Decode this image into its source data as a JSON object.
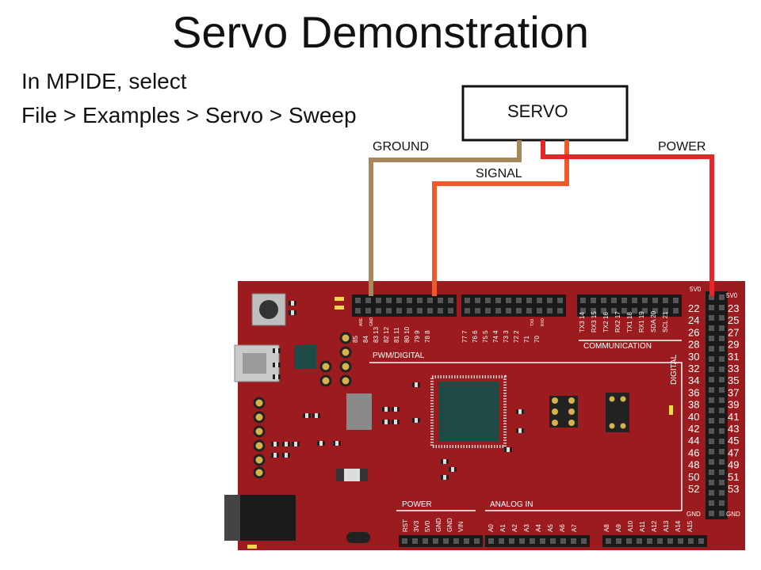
{
  "slide": {
    "title": "Servo Demonstration",
    "instruction_line1": "In MPIDE,  select",
    "instruction_line2": "File > Examples > Servo > Sweep"
  },
  "diagram": {
    "servo_label": "SERVO",
    "wire_labels": {
      "ground": "GROUND",
      "signal": "SIGNAL",
      "power": "POWER"
    },
    "wire_colors": {
      "ground": "#a8875a",
      "signal": "#f05a28",
      "power": "#e8262a"
    },
    "board_color": "#9b1b1e",
    "board": {
      "pwm_label": "PWM/DIGITAL",
      "comm_label": "COMMUNICATION",
      "digital_label": "DIGITAL",
      "power_label": "POWER",
      "analog_label": "ANALOG IN",
      "header_5v0_left": "5V0",
      "header_5v0_right": "5V0",
      "header_gnd_left": "GND",
      "header_gnd_right": "GND",
      "pwm_pins": [
        "85",
        "84",
        "83 13",
        "82 12",
        "81 11",
        "80 10",
        "79 9",
        "78 8",
        "77 7",
        "76 6",
        "75 5",
        "74 4",
        "73 3",
        "72 2",
        "71",
        "70"
      ],
      "pwm_small": [
        "ARE",
        "GND",
        "",
        "",
        "",
        "",
        "",
        "",
        "",
        "",
        "",
        "",
        "",
        "",
        "TX0",
        "RX0"
      ],
      "comm_pins": [
        "TX3 14",
        "RX3 15",
        "TX2 16",
        "RX2 17",
        "TX1 18",
        "RX1 19",
        "SDA 20",
        "SCL 21"
      ],
      "digital_left": [
        "22",
        "24",
        "26",
        "28",
        "30",
        "32",
        "34",
        "36",
        "38",
        "40",
        "42",
        "44",
        "46",
        "48",
        "50",
        "52"
      ],
      "digital_right": [
        "23",
        "25",
        "27",
        "29",
        "31",
        "33",
        "35",
        "37",
        "39",
        "41",
        "43",
        "45",
        "47",
        "49",
        "51",
        "53"
      ],
      "power_pins": [
        "RST",
        "3V3",
        "5V0",
        "GND",
        "GND",
        "VIN"
      ],
      "analog_pins": [
        "A0",
        "A1",
        "A2",
        "A3",
        "A4",
        "A5",
        "A6",
        "A7",
        "A8",
        "A9",
        "A10",
        "A11",
        "A12",
        "A13",
        "A14",
        "A15"
      ]
    }
  }
}
